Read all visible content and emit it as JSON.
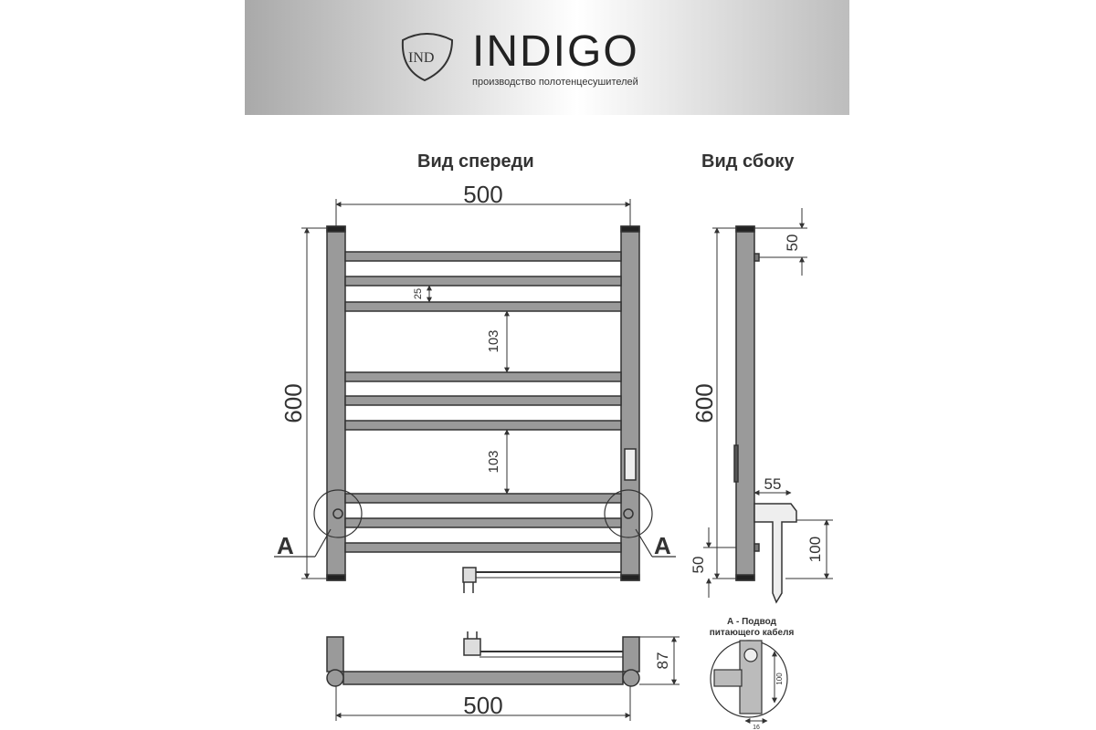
{
  "brand": {
    "logo_text": "IND",
    "name": "INDIGO",
    "tagline": "производство полотенцесушителей"
  },
  "views": {
    "front_title": "Вид спереди",
    "side_title": "Вид сбоку"
  },
  "front": {
    "width": "500",
    "height": "600",
    "gap_small": "25",
    "gap_upper": "103",
    "gap_lower": "103",
    "detail_left": "A",
    "detail_right": "A"
  },
  "side": {
    "height": "600",
    "top_offset": "50",
    "bottom_offset": "50",
    "plug_depth": "55",
    "plug_height": "100"
  },
  "bottom_view": {
    "width": "500",
    "depth": "87"
  },
  "detail": {
    "title_line1": "А - Подвод",
    "title_line2": "питающего кабеля",
    "dim_vertical": "100",
    "dim_horizontal": "16"
  },
  "colors": {
    "frame_fill": "#9a9a9a",
    "line": "#333333"
  }
}
